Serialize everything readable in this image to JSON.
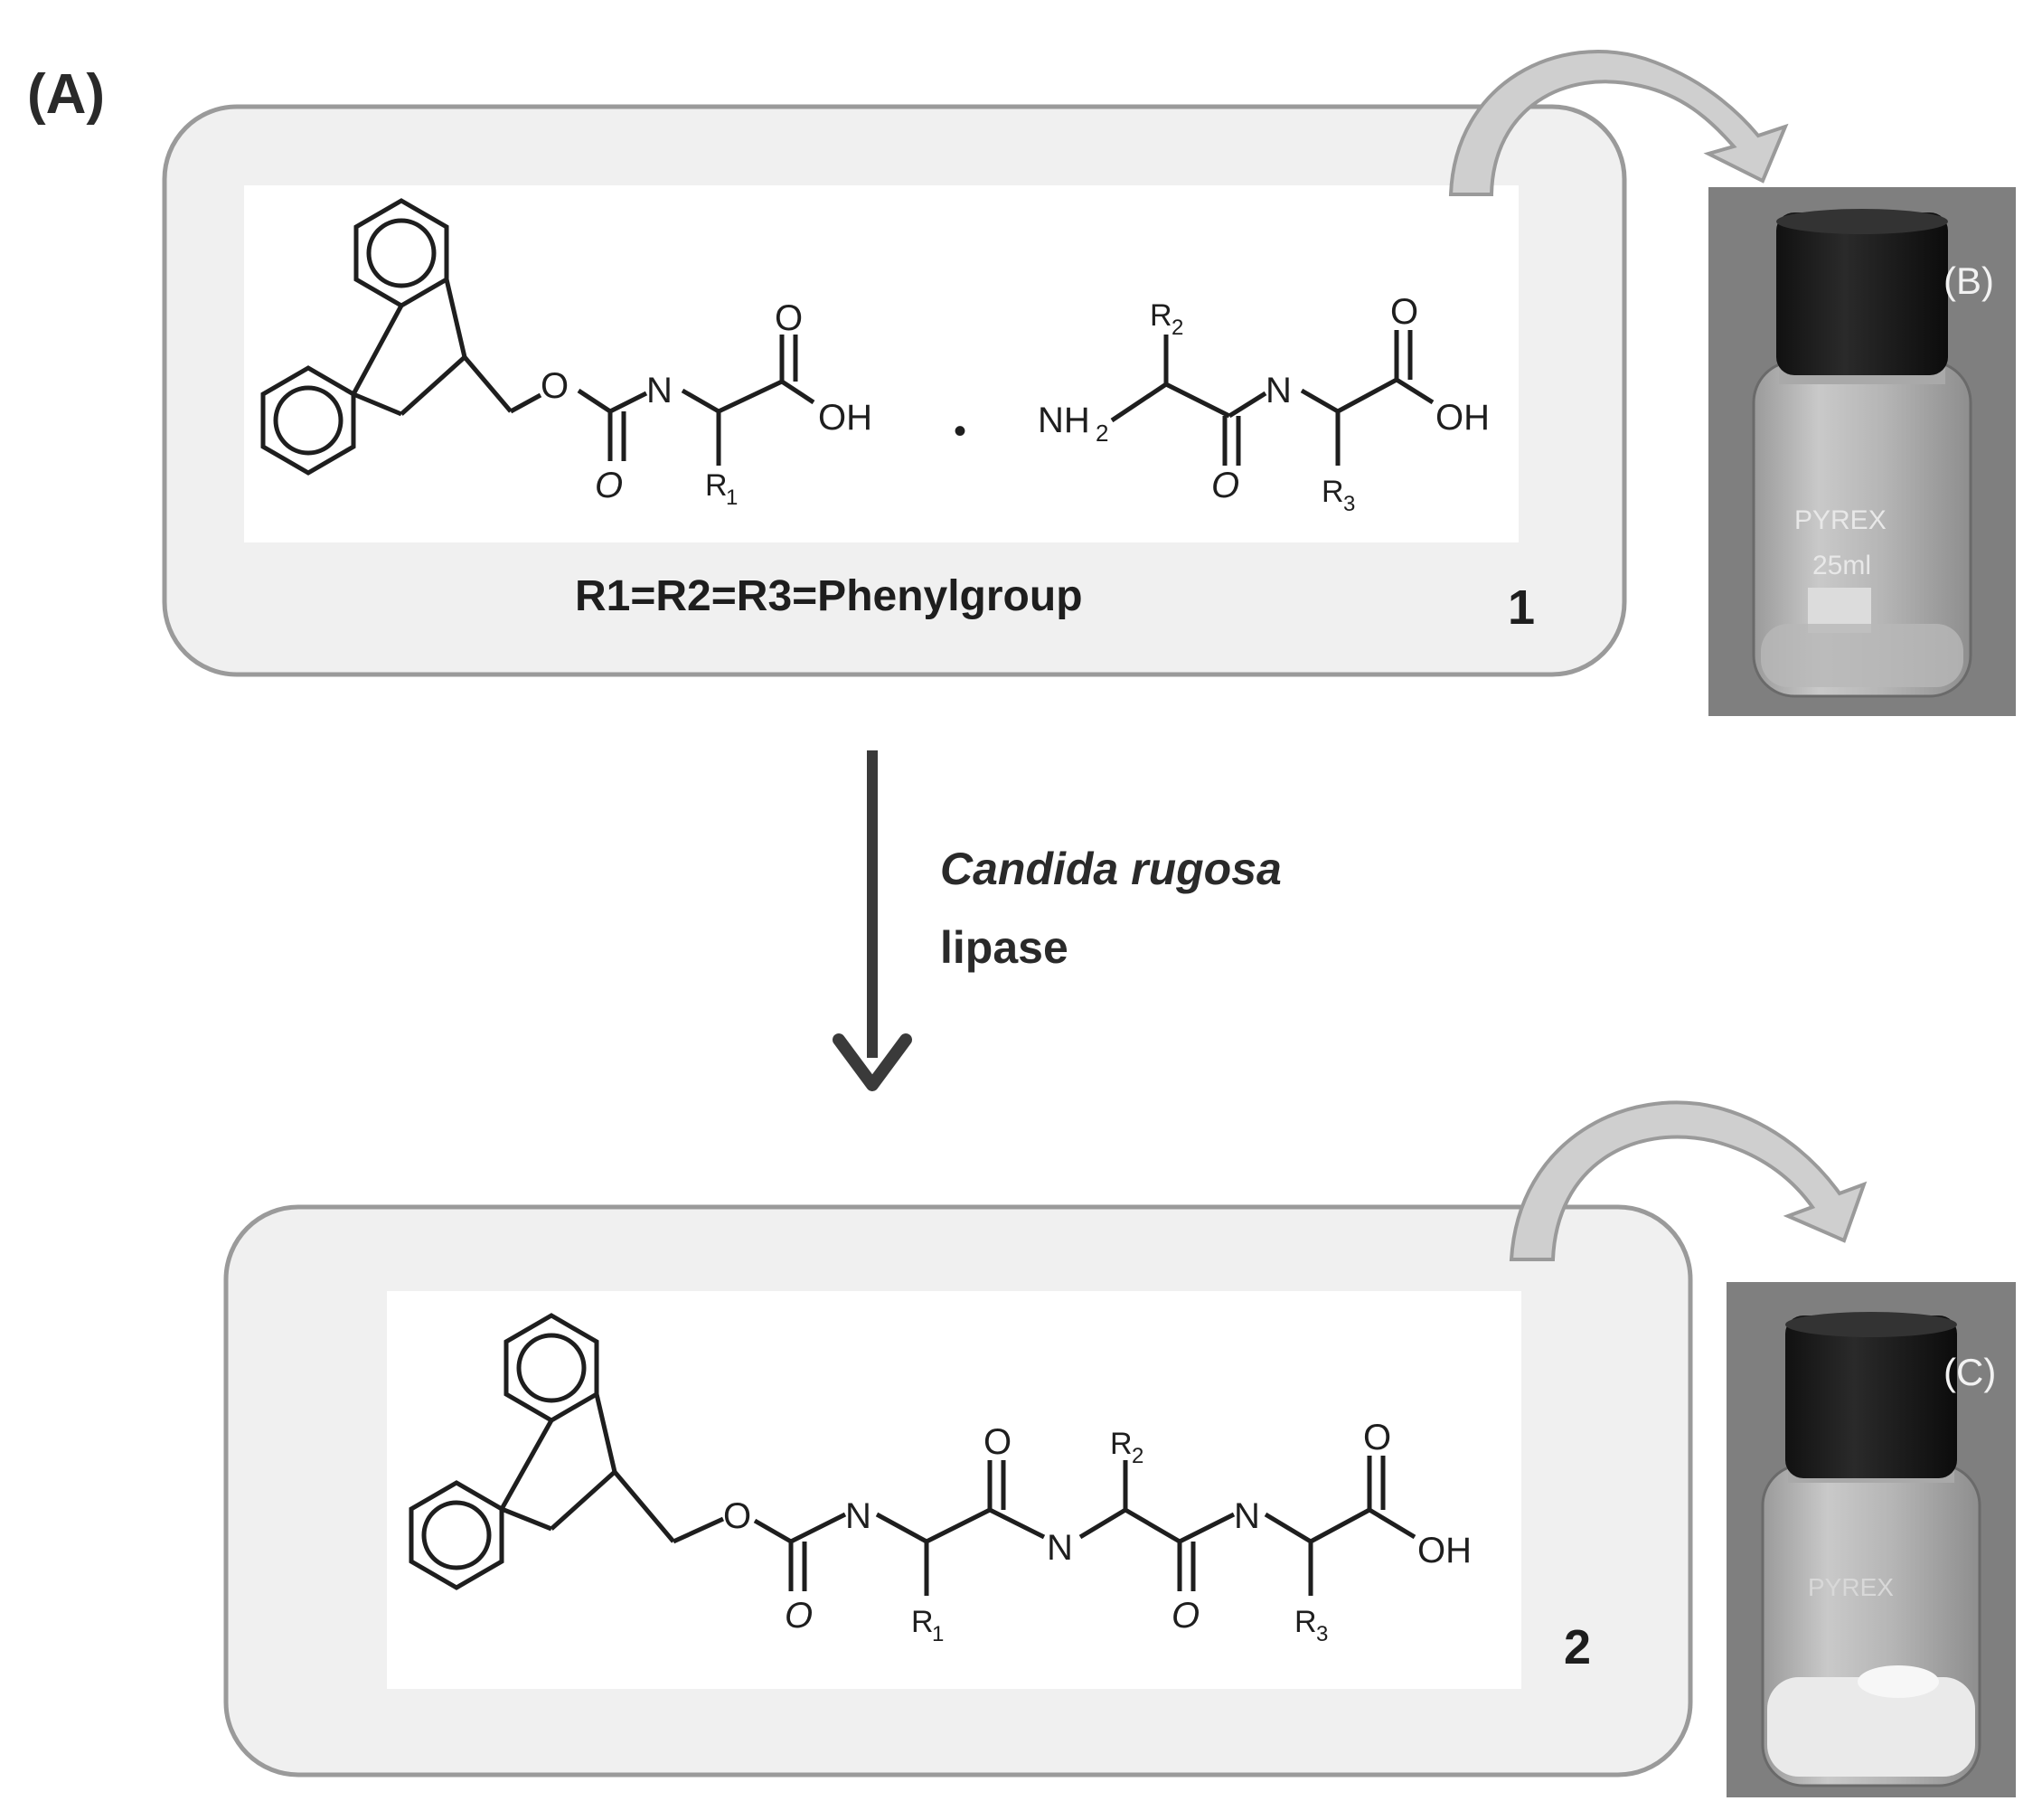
{
  "panel_label": "(A)",
  "compound1": {
    "number": "1",
    "substituent_note": "R1=R2=R3=Phenylgroup",
    "fmoc_atoms": {
      "o_ester": "O",
      "n": "N",
      "o_carbonyl": "O",
      "o_acid": "O",
      "oh": "OH",
      "r": "R",
      "r_sub": "1"
    },
    "separator": "•",
    "dipeptide_atoms": {
      "nh": "NH",
      "nh_sub": "2",
      "r2": "R",
      "r2_sub": "2",
      "o_amide": "O",
      "n": "N",
      "r3": "R",
      "r3_sub": "3",
      "o_acid": "O",
      "oh": "OH"
    }
  },
  "reaction": {
    "enzyme_line1": "Candida rugosa",
    "enzyme_line2": "lipase"
  },
  "compound2": {
    "number": "2",
    "atoms": {
      "o_ester": "O",
      "n1": "N",
      "o_carb": "O",
      "r1": "R",
      "r1_sub": "1",
      "o1": "O",
      "n2": "N",
      "r2": "R",
      "r2_sub": "2",
      "o2": "O",
      "n3": "N",
      "r3": "R",
      "r3_sub": "3",
      "o_acid": "O",
      "oh": "OH"
    }
  },
  "photo_b": {
    "label": "(B)",
    "brand": "PYREX",
    "volume": "25ml"
  },
  "photo_c": {
    "label": "(C)",
    "brand": "PYREX"
  }
}
